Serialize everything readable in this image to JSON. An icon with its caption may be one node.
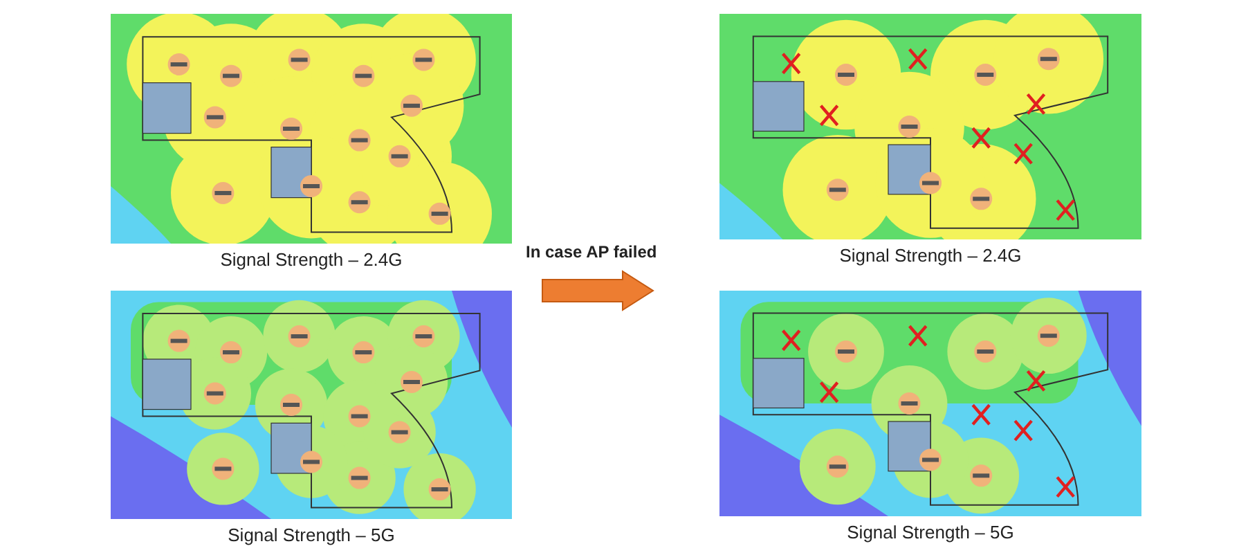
{
  "diagram": {
    "nodes": [
      {
        "text": [
          "Signal Strength – 2.4G"
        ]
      },
      {
        "text": [
          "Signal Strength – 2.4G"
        ]
      },
      {
        "text": [
          "Signal Strength – 5G"
        ]
      },
      {
        "text": [
          "Signal Strength – 5G"
        ]
      }
    ],
    "labels": [
      "In case AP failed"
    ]
  }
}
